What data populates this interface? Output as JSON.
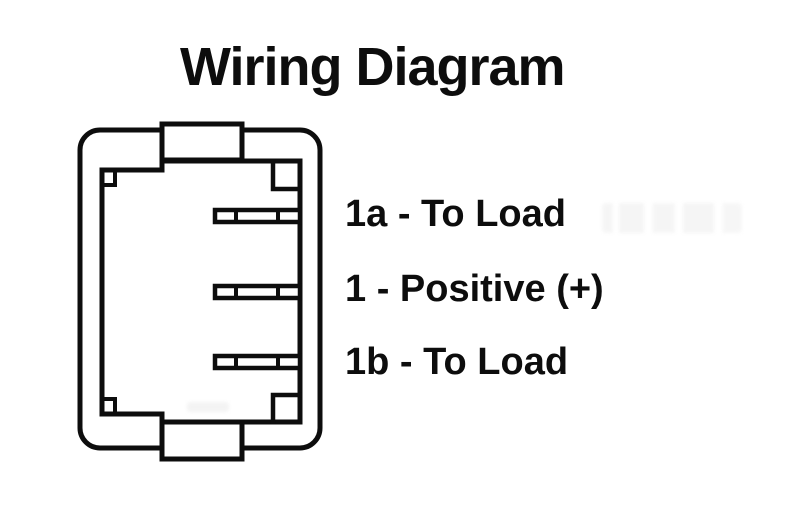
{
  "title": "Wiring Diagram",
  "connector": {
    "pins": [
      {
        "id": "1a",
        "label": "1a - To Load"
      },
      {
        "id": "1",
        "label": "1 - Positive (+)"
      },
      {
        "id": "1b",
        "label": "1b - To Load"
      }
    ]
  },
  "colors": {
    "line": "#0d0d0d",
    "text": "#0d0d0d",
    "background": "#ffffff"
  }
}
